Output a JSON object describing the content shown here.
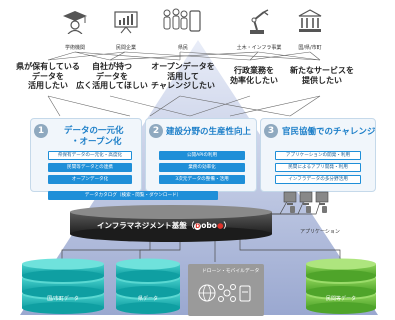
{
  "actors": [
    {
      "label": "学術機関"
    },
    {
      "label": "民間企業"
    },
    {
      "label": "県民"
    },
    {
      "label": "土木・インフラ事業"
    },
    {
      "label": "国/県/市町"
    }
  ],
  "needs": [
    {
      "line1": "県が保有している",
      "line2": "データを",
      "line3": "活用したい"
    },
    {
      "line1": "自社が持つ",
      "line2": "データを",
      "line3": "広く活用してほしい"
    },
    {
      "line1": "オープンデータを",
      "line2": "活用して",
      "line3": "チャレンジしたい"
    },
    {
      "line1": "行政業務を",
      "line2": "効率化したい",
      "line3": ""
    },
    {
      "line1": "新たなサービスを",
      "line2": "提供したい",
      "line3": ""
    }
  ],
  "panels": [
    {
      "num": "1",
      "title1": "データの一元化",
      "title2": "・オープン化",
      "items": [
        "県保有データの一元化・高度化",
        "民間等データとの連携",
        "オープンデータ化"
      ]
    },
    {
      "num": "2",
      "title1": "建設分野の生産性向上",
      "title2": "",
      "items": [
        "公開APIの利用",
        "業務の効率化",
        "3次元データの整備・活用"
      ]
    },
    {
      "num": "3",
      "title1": "官民協働でのチャレンジ",
      "title2": "",
      "items": [
        "アプリケーションの開発・利用",
        "民間によるアプリ開発・利用",
        "インフラデータの多分野活用"
      ]
    }
  ],
  "catalog": "データカタログ（検索・閲覧・ダウンロード）",
  "infra": {
    "label": "インフラマネジメント基盤（",
    "brand": "obo",
    "brand_suffix": "）"
  },
  "applications_label": "アプリケーション",
  "databases": [
    {
      "label": "国/市町データ"
    },
    {
      "label": "県データ"
    },
    {
      "label": "ドローン・モバイルデータ"
    },
    {
      "label": "民間等データ"
    }
  ],
  "colors": {
    "accent": "#1f8fd8",
    "title": "#1b7ec8",
    "pyramid": "#aab6d8",
    "panel": "#f1f6fb",
    "db_teal": "#1fb6b6",
    "db_green": "#6cbf3a",
    "db_gray": "#9a9a9a"
  }
}
